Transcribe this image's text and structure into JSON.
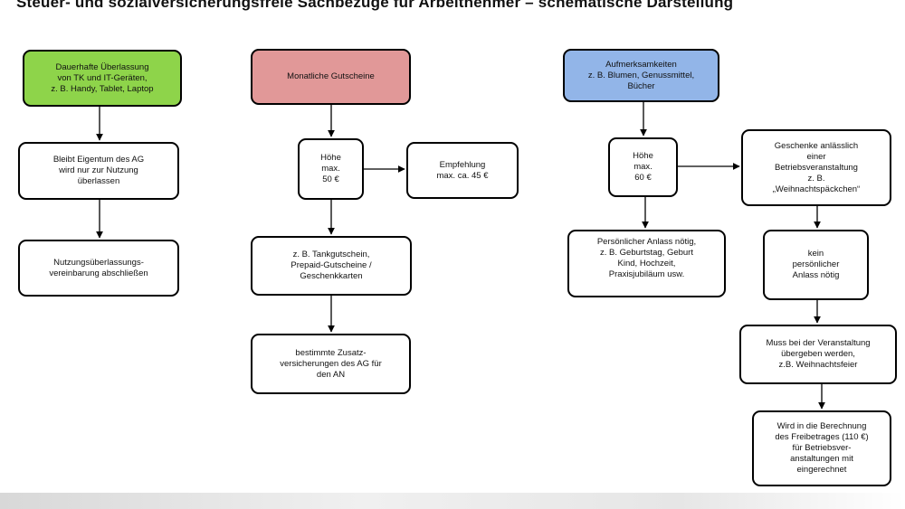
{
  "title": "Steuer- und sozialversicherungsfreie Sachbezüge für Arbeitnehmer – schematische Darstellung",
  "diagram": {
    "nodes": {
      "it_devices": "Dauerhafte Überlassung\nvon TK und IT-Geräten,\nz. B. Handy, Tablet, Laptop",
      "ownership": "Bleibt Eigentum des AG\nwird nur zur Nutzung\nüberlassen",
      "usage_agreement": "Nutzungsüberlassungs-\nvereinbarung abschließen",
      "vouchers": "Monatliche Gutscheine",
      "voucher_amount": "Höhe\nmax.\n50 €",
      "recommendation": "Empfehlung\nmax. ca. 45 €",
      "voucher_examples": "z. B. Tankgutschein,\nPrepaid-Gutscheine /\nGeschenkkarten",
      "insurance": "bestimmte Zusatz-\nversicherungen des AG für\nden AN",
      "attentions": "Aufmerksamkeiten\nz. B. Blumen, Genussmittel,\nBücher",
      "attention_amount": "Höhe\nmax.\n60 €",
      "personal_occasion": "Persönlicher Anlass nötig,\nz. B. Geburtstag, Geburt\nKind, Hochzeit,\nPraxisjubiläum usw.",
      "event_gifts": "Geschenke anlässlich\neiner\nBetriebsveranstaltung\nz. B.\n„Weihnachtspäckchen“",
      "no_personal": "kein\npersönlicher\nAnlass nötig",
      "handover": "Muss bei der Veranstaltung\nübergeben werden,\nz.B. Weihnachtsfeier",
      "allowance": "Wird in die Berechnung\ndes Freibetrages (110 €)\nfür Betriebsver-\nanstaltungen mit\neingerechnet"
    }
  }
}
